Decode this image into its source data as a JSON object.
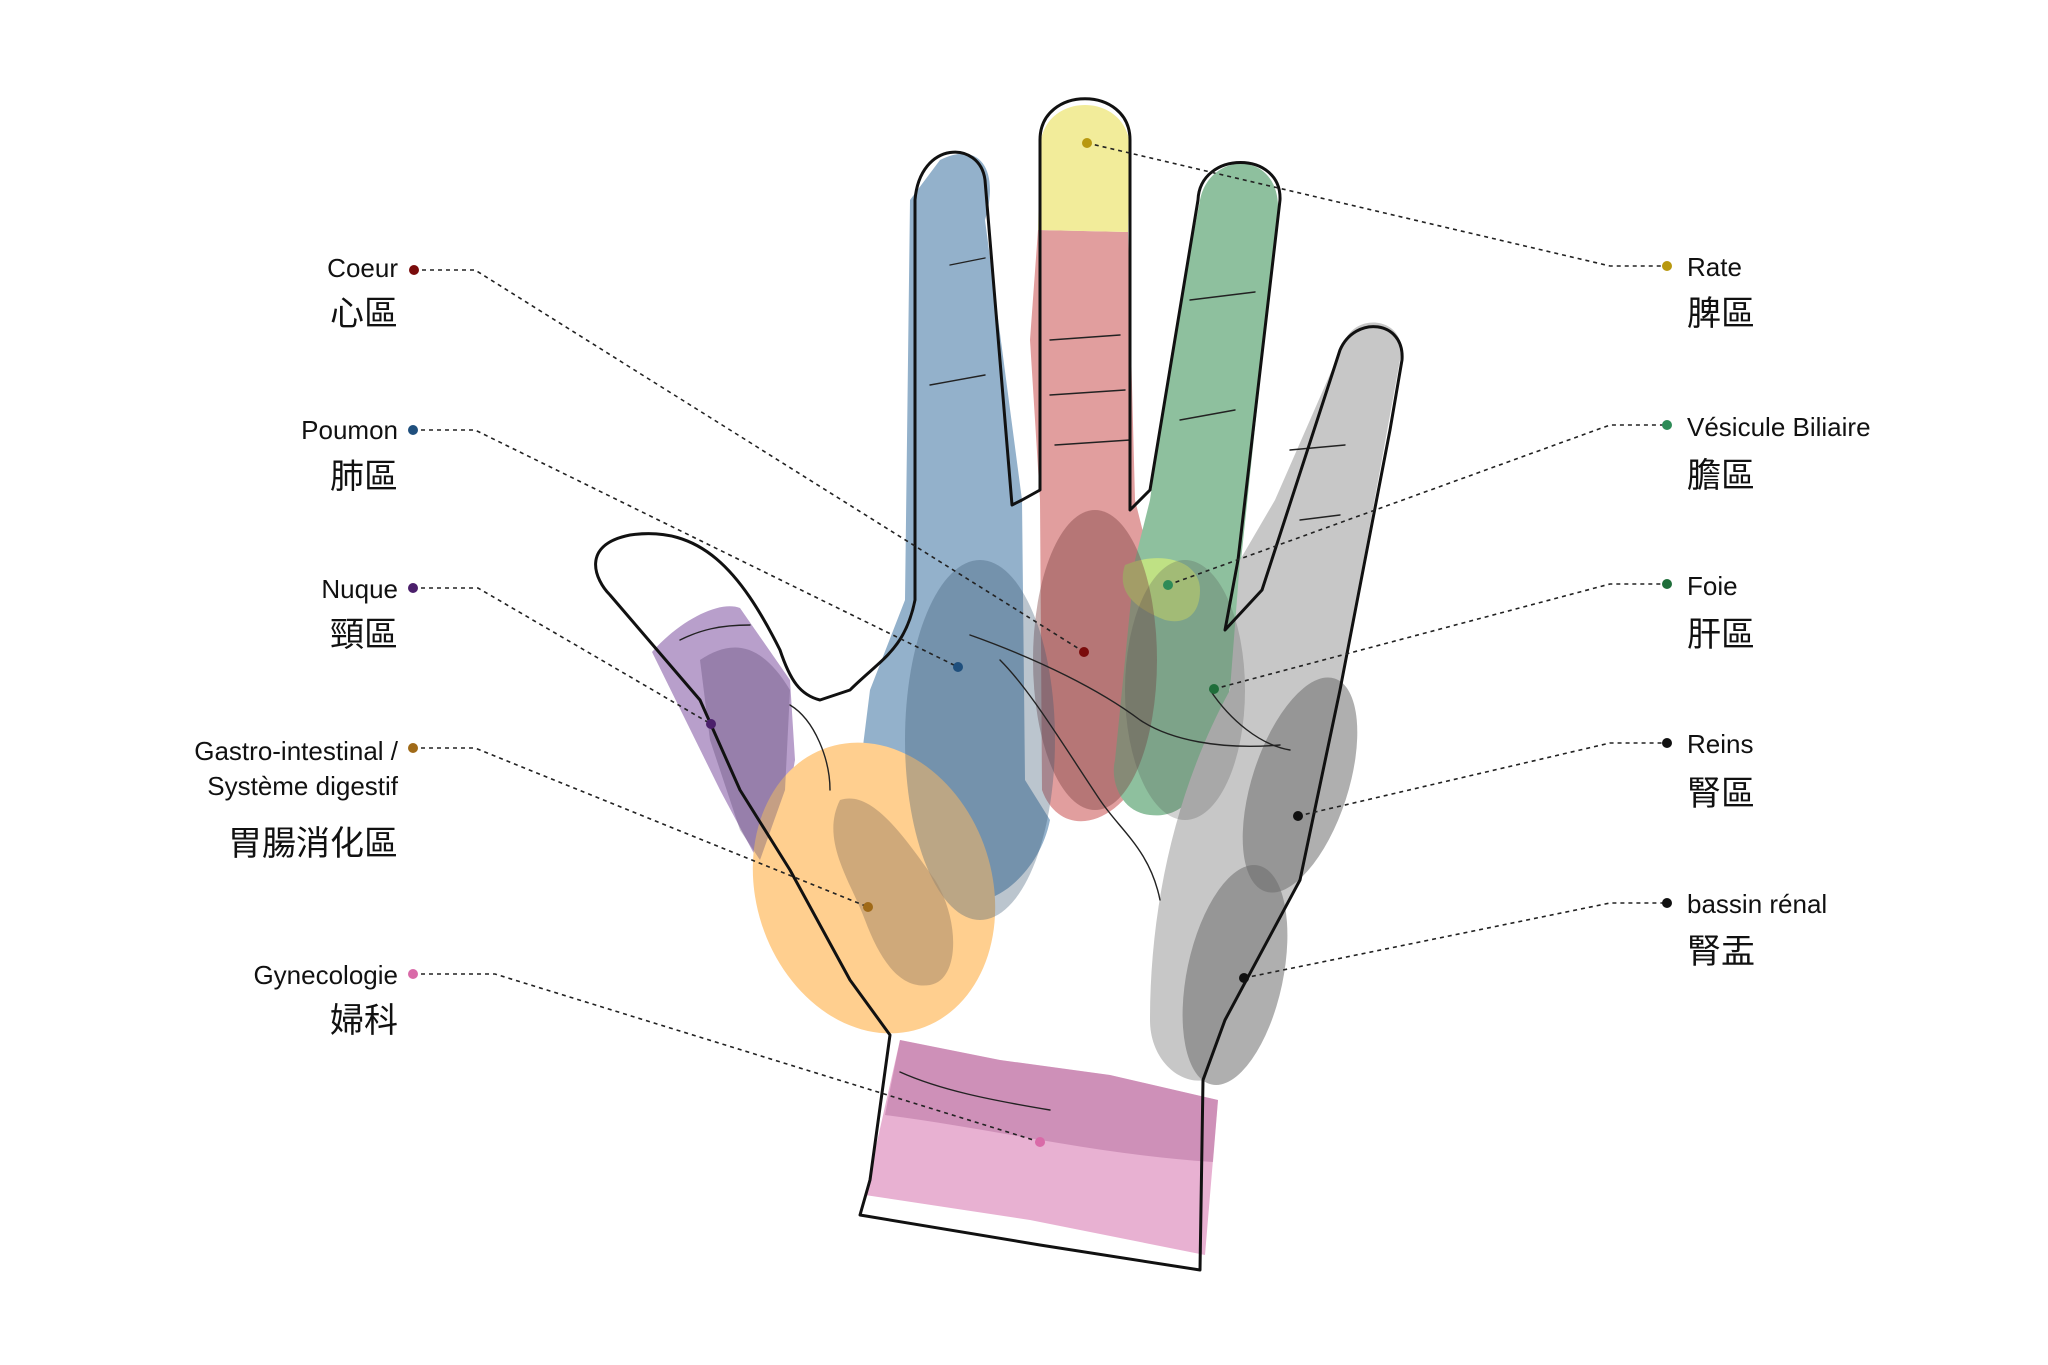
{
  "zones": {
    "coeur": {
      "fr": "Coeur",
      "zh": "心區",
      "color": "#7a0c0c"
    },
    "poumon": {
      "fr": "Poumon",
      "zh": "肺區",
      "color": "#1f4f7d"
    },
    "nuque": {
      "fr": "Nuque",
      "zh": "頸區",
      "color": "#4b1f6b"
    },
    "gastro": {
      "fr_line1": "Gastro-intestinal /",
      "fr_line2": "Système digestif",
      "zh": "胃腸消化區",
      "color": "#a06a18"
    },
    "gynecologie": {
      "fr": "Gynecologie",
      "zh": "婦科",
      "color": "#d96aa8"
    },
    "rate": {
      "fr": "Rate",
      "zh": "脾區",
      "color": "#b8980f"
    },
    "vesicule": {
      "fr": "Vésicule Biliaire",
      "zh": "膽區",
      "color": "#2e8b57"
    },
    "foie": {
      "fr": "Foie",
      "zh": "肝區",
      "color": "#1f6e3a"
    },
    "reins": {
      "fr": "Reins",
      "zh": "腎區",
      "color": "#111111"
    },
    "bassin": {
      "fr": "bassin rénal",
      "zh": "腎盂",
      "color": "#111111"
    }
  },
  "region_colors": {
    "index": "#93b1cb",
    "middle": "#e19e9e",
    "middle_tip": "#f2ec9a",
    "ring": "#8ec09e",
    "little": "#c7c7c7",
    "thumb": "#b89fcb",
    "thenar": "#ffcf8f",
    "wrist": "#e8b1d2",
    "gall": "#bfe184"
  }
}
